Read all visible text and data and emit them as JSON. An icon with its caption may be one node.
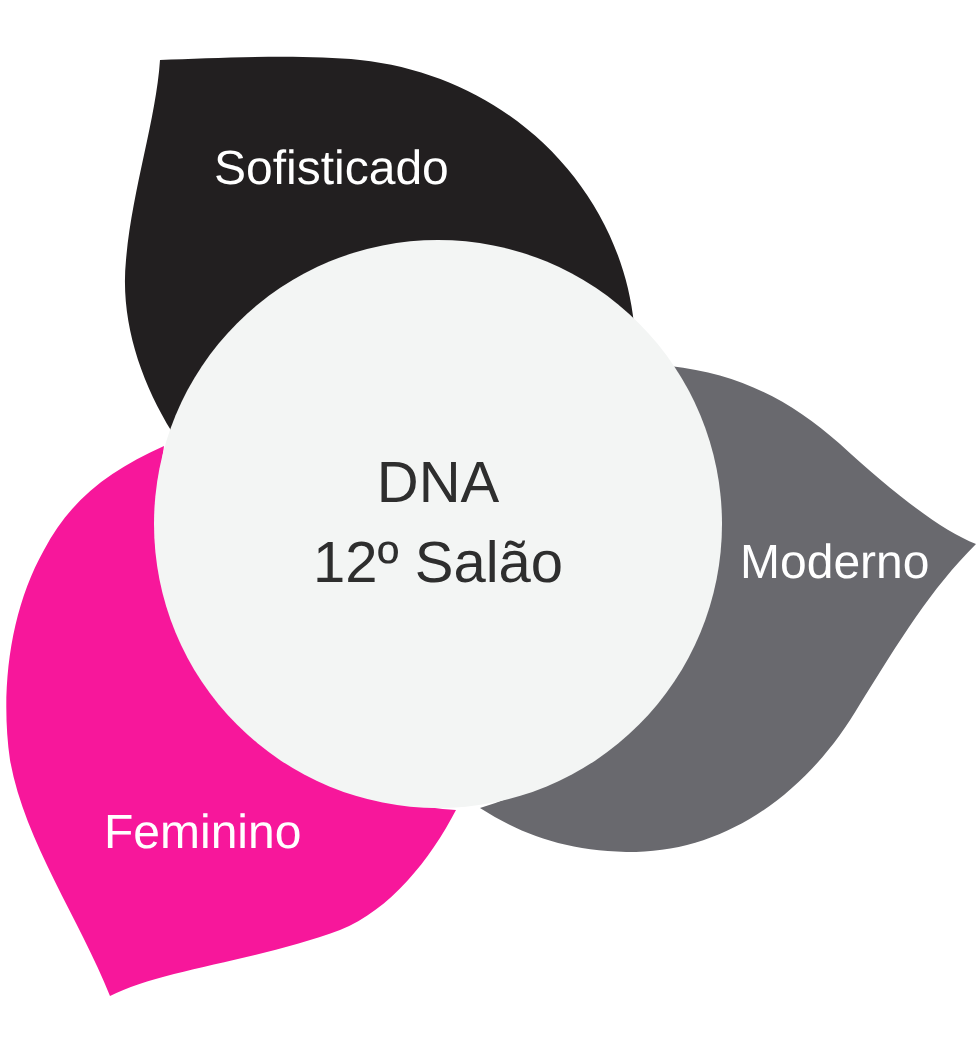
{
  "diagram": {
    "nodes": [
      {
        "text": [
          "Sofisticado"
        ]
      },
      {
        "text": [
          "DNA 12º Salão"
        ]
      },
      {
        "text": [
          "Moderno"
        ]
      },
      {
        "text": [
          "Feminino"
        ]
      }
    ]
  }
}
